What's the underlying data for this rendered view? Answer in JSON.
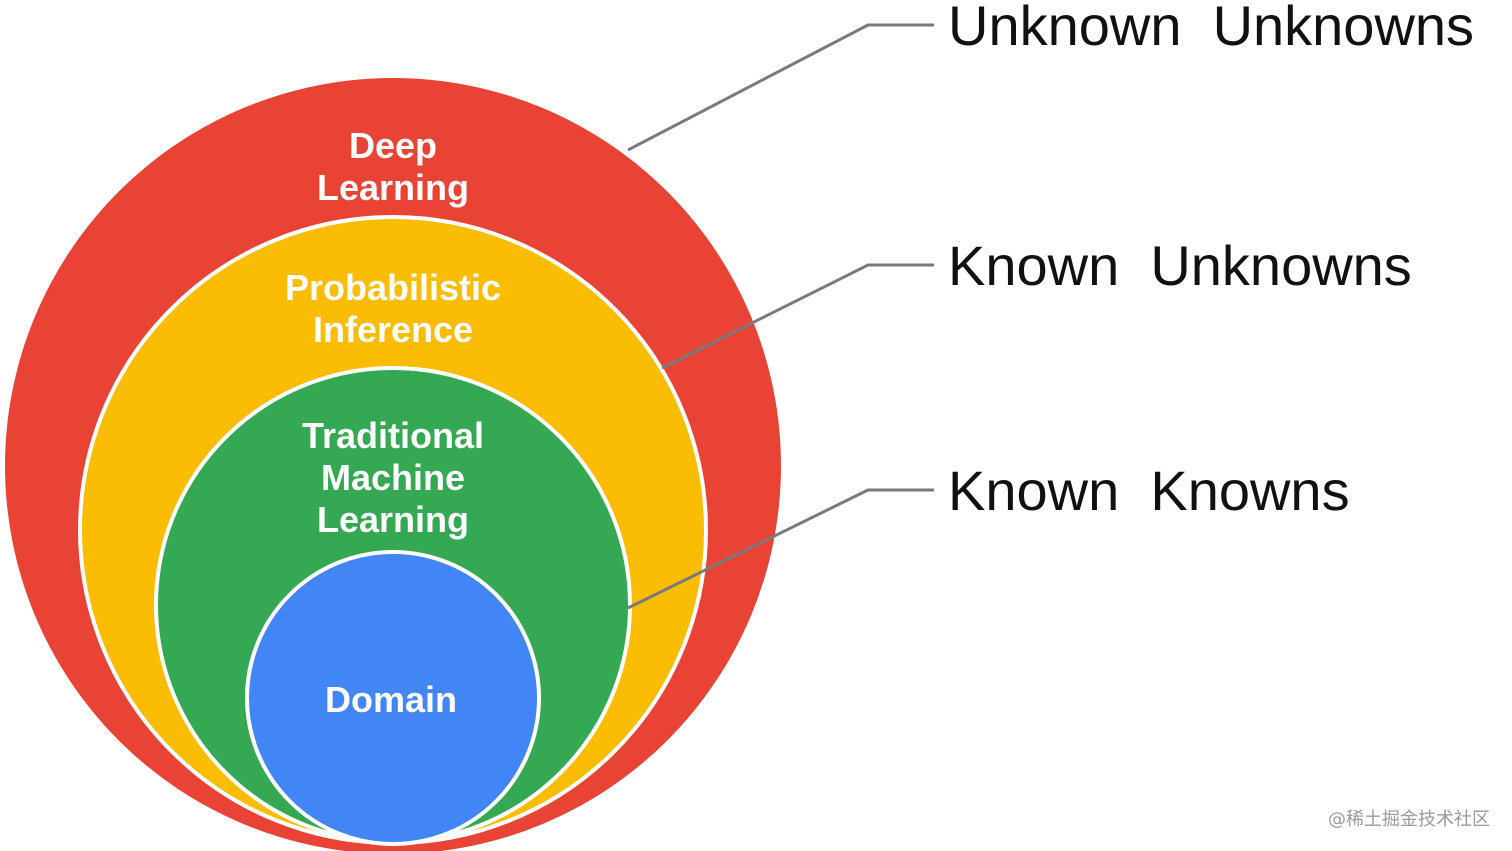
{
  "colors": {
    "outer": "#e84335",
    "second": "#fbbc04",
    "third": "#34a853",
    "inner": "#4285f4",
    "ring_stroke": "#ffffff",
    "leader": "#7a7a7a"
  },
  "circles": {
    "deep_learning": {
      "line1": "Deep",
      "line2": "Learning"
    },
    "probabilistic_inference": {
      "line1": "Probabilistic",
      "line2": "Inference"
    },
    "traditional_ml": {
      "line1": "Traditional",
      "line2": "Machine",
      "line3": "Learning"
    },
    "domain": {
      "label": "Domain"
    }
  },
  "side_labels": {
    "unknown_unknowns": "Unknown  Unknowns",
    "known_unknowns": "Known  Unknowns",
    "known_knowns": "Known  Knowns"
  },
  "watermark": "@稀土掘金技术社区"
}
